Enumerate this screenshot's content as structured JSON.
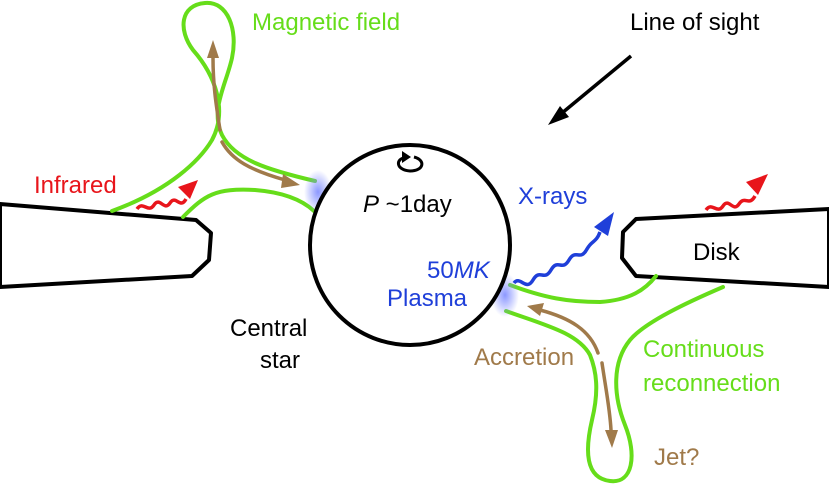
{
  "labels": {
    "magnetic_field": "Magnetic field",
    "line_of_sight": "Line of sight",
    "infrared": "Infrared",
    "period_p": "P",
    "period_rest": " ~1day",
    "xrays": "X-rays",
    "temperature_num": "50",
    "temperature_unit": "MK",
    "plasma": "Plasma",
    "disk": "Disk",
    "central": "Central",
    "star": "star",
    "accretion": "Accretion",
    "continuous": "Continuous",
    "reconnection": "reconnection",
    "jet": "Jet?"
  },
  "colors": {
    "field": "#66dd1a",
    "infrared": "#e8151b",
    "xray": "#1f3fd9",
    "accretion": "#a07a4a",
    "black": "#000000"
  }
}
